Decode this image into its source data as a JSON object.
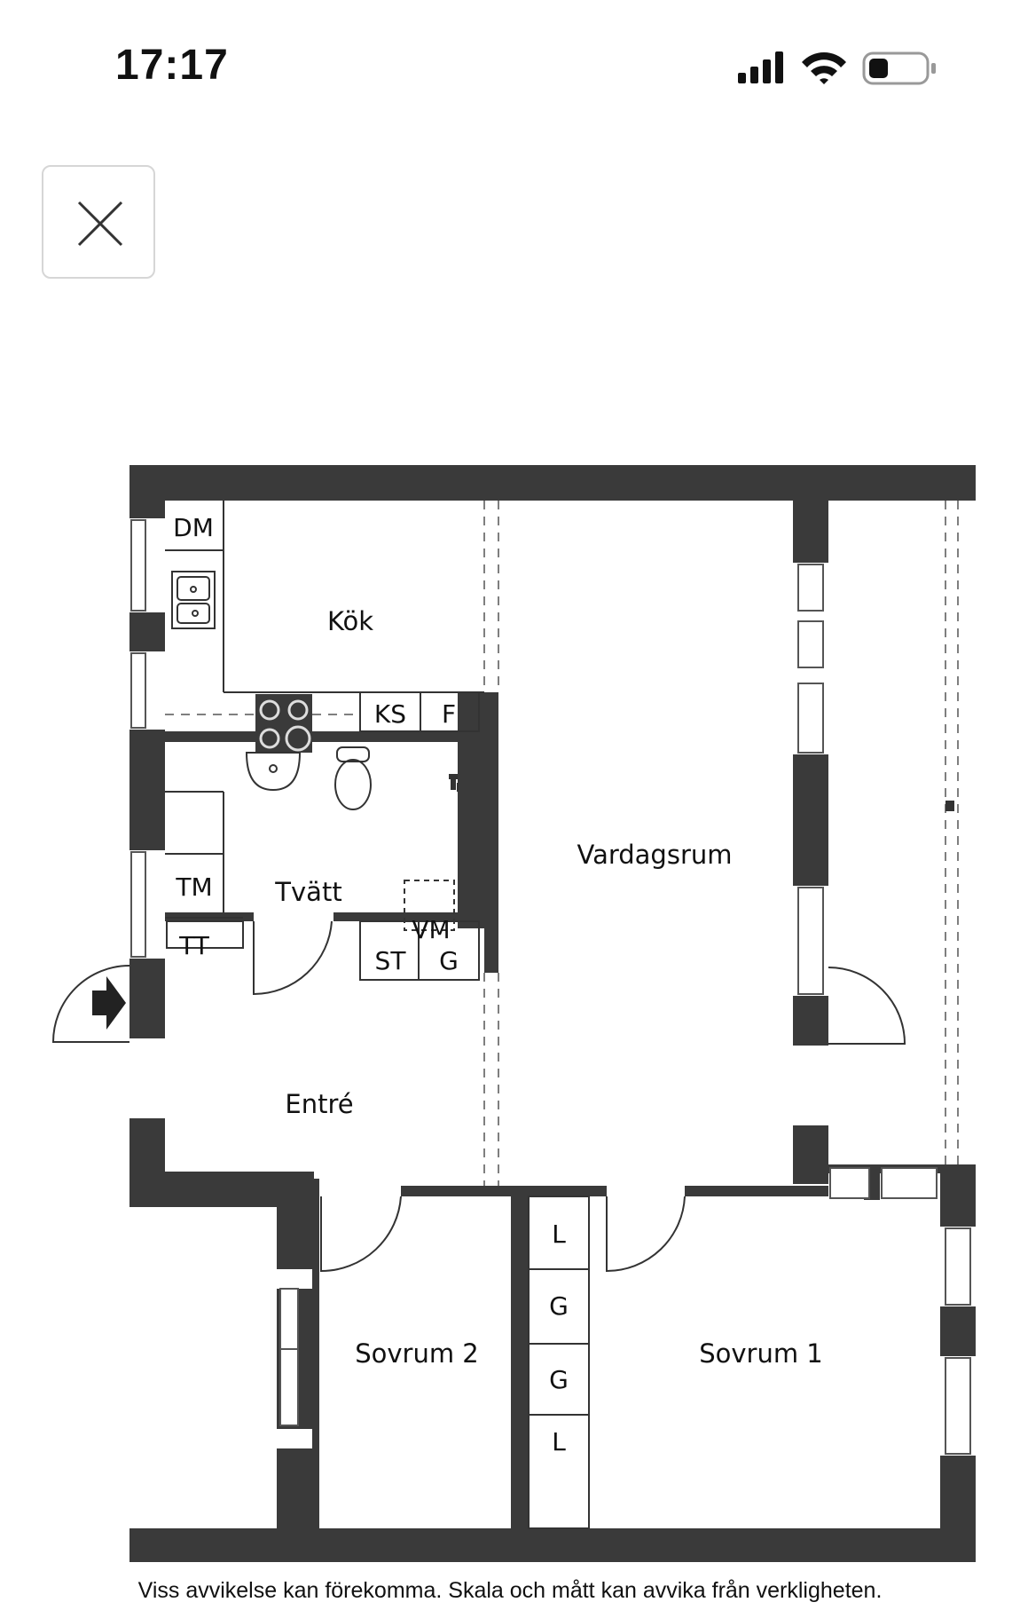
{
  "status_bar": {
    "time": "17:17",
    "icons": [
      "cellular-signal-icon",
      "wifi-icon",
      "battery-icon"
    ],
    "battery_level": 0.35
  },
  "toolbar": {
    "close_icon": "close-icon"
  },
  "floor_plan": {
    "rooms": {
      "kitchen": "Kök",
      "living_room": "Vardagsrum",
      "laundry": "Tvätt",
      "entrance": "Entré",
      "bedroom_2": "Sovrum 2",
      "bedroom_1": "Sovrum 1"
    },
    "fixtures": {
      "dishwasher": "DM",
      "fridge_freezer": "KS",
      "freezer": "F",
      "dryer_tumble": "TM",
      "drying_cabinet": "TT",
      "washing_machine": "VM",
      "storage": "ST",
      "wardrobe_entry": "G",
      "linen_1": "L",
      "wardrobe_1": "G",
      "wardrobe_2": "G",
      "linen_2": "L"
    },
    "colors": {
      "wall": "#3a3a3a",
      "line": "#333333",
      "background": "#ffffff"
    }
  },
  "disclaimer": "Viss avvikelse kan förekomma. Skala och mått kan avvika från verkligheten."
}
